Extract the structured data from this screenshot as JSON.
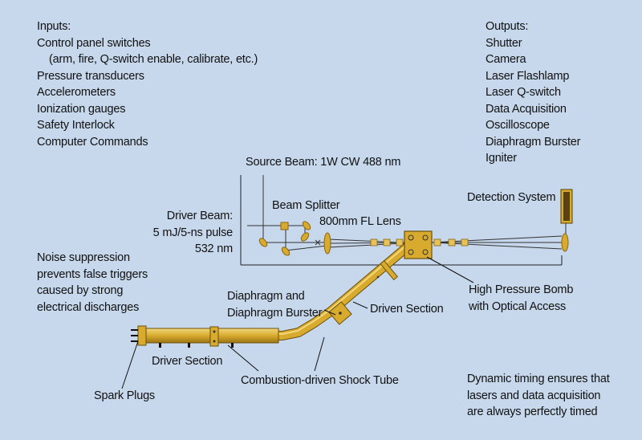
{
  "inputs": {
    "heading": "Inputs:",
    "items": [
      "Control panel switches",
      "(arm, fire, Q-switch enable, calibrate, etc.)",
      "Pressure transducers",
      "Accelerometers",
      "Ionization gauges",
      "Safety Interlock",
      "Computer Commands"
    ]
  },
  "outputs": {
    "heading": "Outputs:",
    "items": [
      "Shutter",
      "Camera",
      "Laser Flashlamp",
      "Laser Q-switch",
      "Data Acquisition",
      "Oscilloscope",
      "Diaphragm Burster",
      "Igniter"
    ]
  },
  "labels": {
    "source_beam": "Source Beam: 1W CW 488 nm",
    "beam_splitter": "Beam Splitter",
    "lens": "800mm FL Lens",
    "detection_system": "Detection System",
    "driver_beam": [
      "Driver Beam:",
      "5 mJ/5-ns pulse",
      "532 nm"
    ],
    "noise": [
      "Noise suppression",
      "prevents false triggers",
      "caused by strong",
      "electrical discharges"
    ],
    "diaphragm": [
      "Diaphragm and",
      "Diaphragm Burster"
    ],
    "driven_section": "Driven Section",
    "bomb": [
      "High Pressure Bomb",
      "with Optical Access"
    ],
    "driver_section": "Driver Section",
    "spark_plugs": "Spark Plugs",
    "shock_tube": "Combustion-driven Shock Tube",
    "timing": [
      "Dynamic timing ensures that",
      "lasers and data acquisition",
      "are always perfectly timed"
    ]
  },
  "colors": {
    "background": "#c7d8ec",
    "hardware": "#d8ab2e",
    "hardware_dark": "#8a6510",
    "ink": "#111111"
  }
}
